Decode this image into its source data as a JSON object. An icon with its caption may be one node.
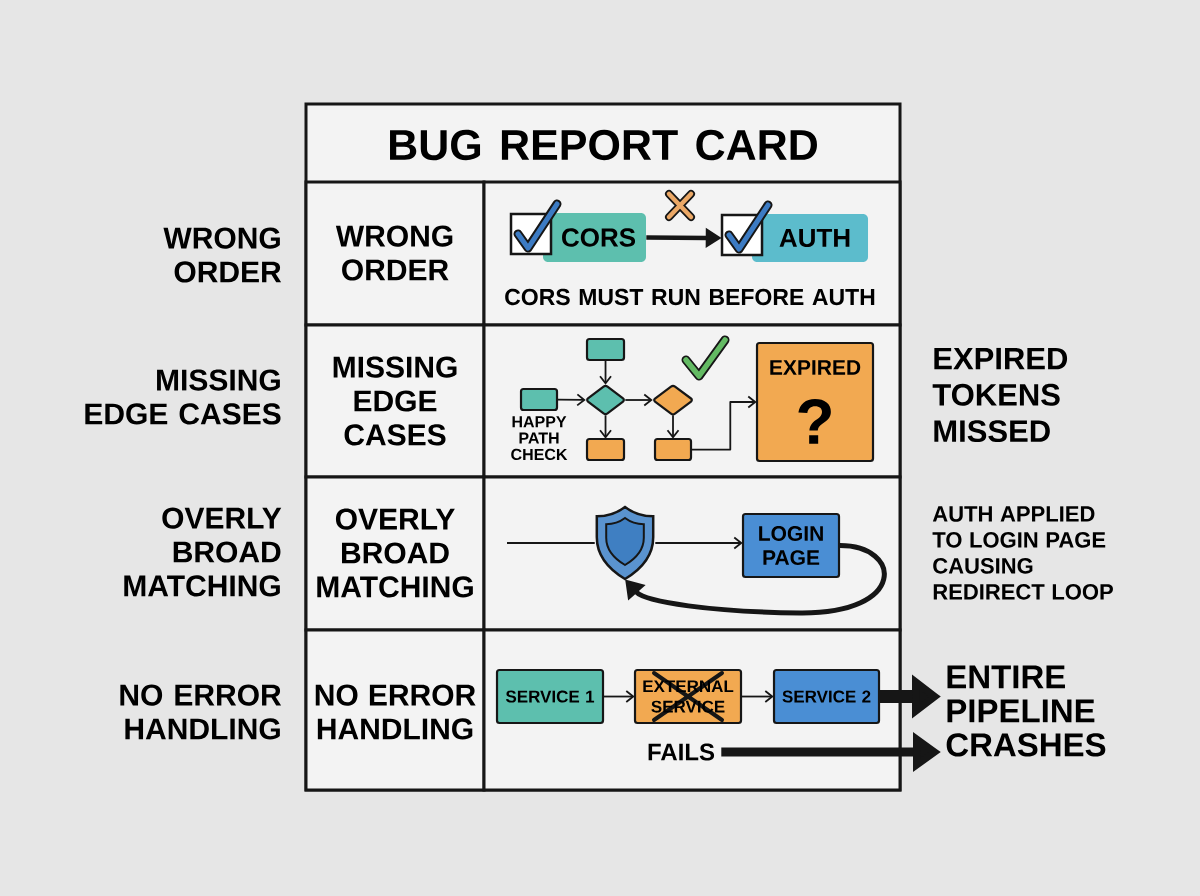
{
  "diagram": {
    "nodes": [
      {
        "text": [
          "BUG REPORT CARD"
        ]
      },
      {
        "text": [
          "WRONG ORDER"
        ],
        "in": 0
      },
      {
        "text": [
          "CORS MUST RUN BEFORE AUTH"
        ],
        "in": 0
      },
      {
        "text": [
          "CORS"
        ],
        "in": 2
      },
      {
        "text": [
          "AUTH"
        ],
        "in": 2
      },
      {
        "text": [
          "MISSING EDGE CASES"
        ],
        "in": 0
      },
      {
        "text": [],
        "shape": "box",
        "in": 0
      },
      {
        "text": [],
        "shape": "box",
        "in": 6
      },
      {
        "text": [],
        "shape": "box",
        "in": 6,
        "beside": [
          "HAPPY PATH CHECK"
        ]
      },
      {
        "text": [],
        "shape": "diamond",
        "in": 6
      },
      {
        "text": [],
        "shape": "diamond",
        "in": 6
      },
      {
        "text": [],
        "shape": "box",
        "in": 6
      },
      {
        "text": [],
        "shape": "box",
        "in": 6
      },
      {
        "text": [
          "EXPIRED",
          "?"
        ],
        "in": 6
      },
      {
        "text": [
          "OVERLY BROAD MATCHING"
        ],
        "in": 0
      },
      {
        "text": [],
        "shape": "box",
        "in": 0
      },
      {
        "text": [],
        "shape": "shield",
        "in": 15
      },
      {
        "text": [
          "LOGIN PAGE"
        ],
        "in": 15
      },
      {
        "text": [
          "NO ERROR HANDLING"
        ],
        "in": 0
      },
      {
        "text": [],
        "shape": "box",
        "in": 0
      },
      {
        "text": [
          "SERVICE 1"
        ],
        "in": 19
      },
      {
        "text": [
          "EXTERNAL SERVICE"
        ],
        "in": 19
      },
      {
        "text": [
          "SERVICE 2"
        ],
        "in": 19
      },
      {
        "text": [
          "FAILS"
        ],
        "in": 19
      },
      {
        "text": [
          "ENTIRE PIPELINE CRASHES"
        ]
      }
    ],
    "edges": [
      {
        "from": 3,
        "to": 4,
        "arrow": "to",
        "style": "thick"
      },
      {
        "from": 8,
        "to": 9,
        "arrow": "to"
      },
      {
        "from": 7,
        "to": 9,
        "arrow": "to"
      },
      {
        "from": 9,
        "to": 10,
        "arrow": "to"
      },
      {
        "from": 9,
        "to": 11,
        "arrow": "to"
      },
      {
        "from": 10,
        "to": 12,
        "arrow": "to"
      },
      {
        "from": 12,
        "to": 13,
        "arrow": "to"
      },
      {
        "from": null,
        "to": 16,
        "arrow": "none"
      },
      {
        "from": 16,
        "to": 17,
        "arrow": "to"
      },
      {
        "from": 17,
        "to": 16,
        "arrow": "to",
        "style": "thick"
      },
      {
        "from": 20,
        "to": 21,
        "arrow": "to"
      },
      {
        "from": 21,
        "to": 22,
        "arrow": "to"
      },
      {
        "from": 22,
        "to": 24,
        "arrow": "to",
        "style": "thick"
      },
      {
        "from": 23,
        "to": 24,
        "arrow": "to",
        "style": "thick"
      }
    ],
    "labels": [
      "WRONG ORDER",
      "MISSING EDGE CASES",
      "EXPIRED TOKENS MISSED",
      "OVERLY BROAD MATCHING",
      "AUTH APPLIED TO LOGIN PAGE CAUSING REDIRECT LOOP",
      "NO ERROR HANDLING"
    ]
  }
}
